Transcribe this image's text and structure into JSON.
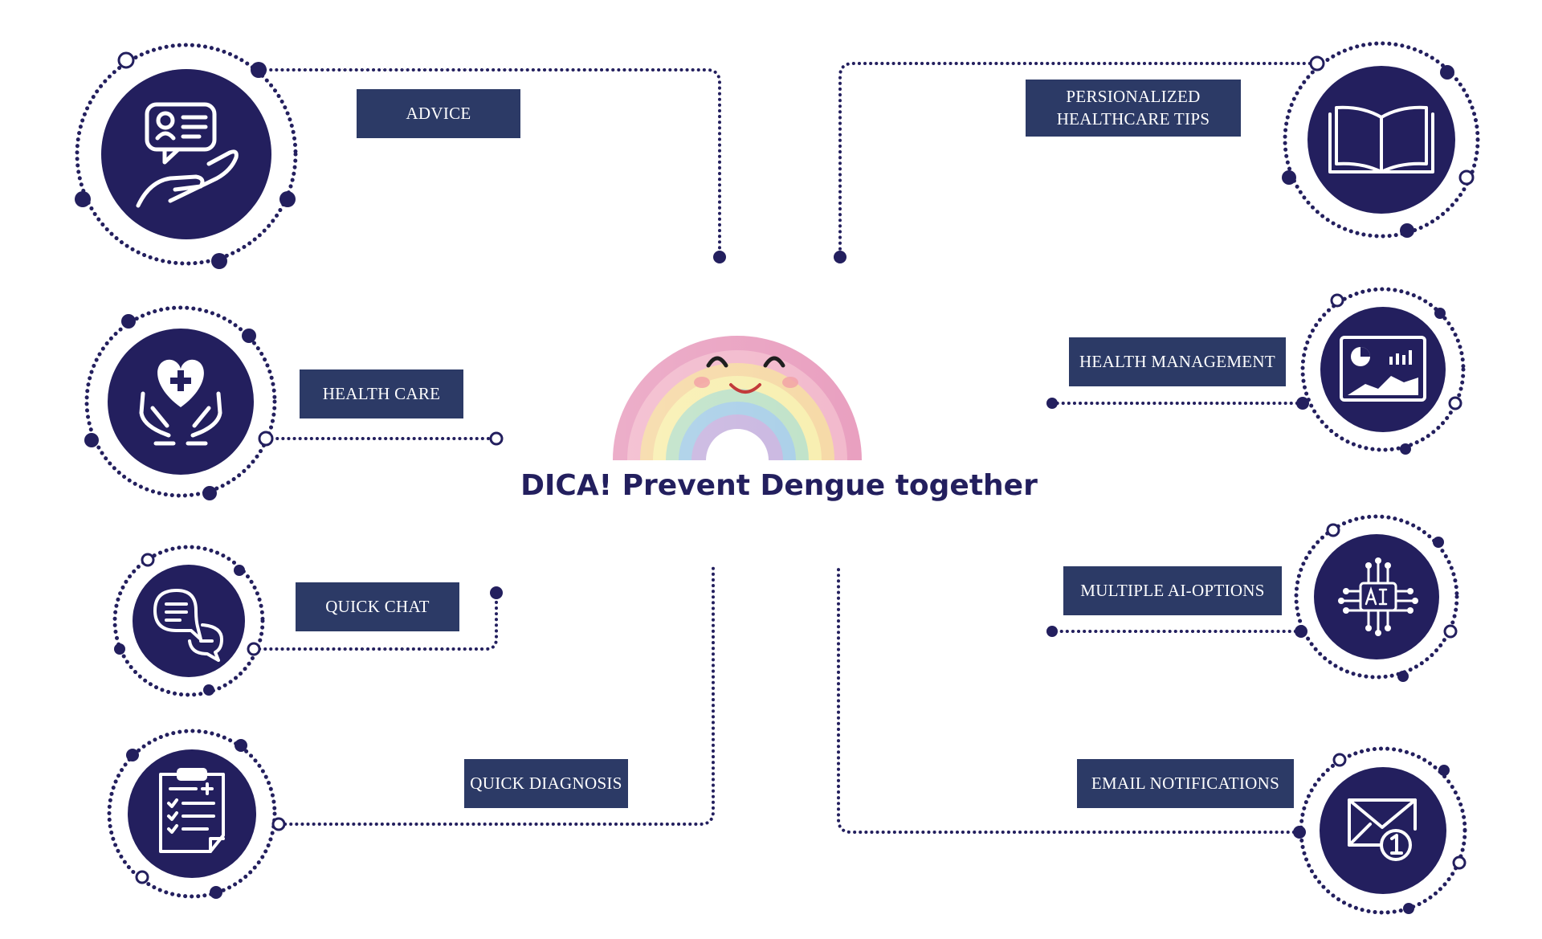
{
  "title": "DICA! Prevent Dengue together",
  "colors": {
    "navy": "#231f5e",
    "label_bg": "#2c3a66",
    "line": "#231f5e",
    "title": "#231f5e"
  },
  "features": [
    {
      "id": "advice",
      "label": "ADVICE",
      "icon": "hand-advice-icon"
    },
    {
      "id": "health-care",
      "label": "HEALTH CARE",
      "icon": "heart-hands-icon"
    },
    {
      "id": "quick-chat",
      "label": "QUICK CHAT",
      "icon": "chat-bubbles-icon"
    },
    {
      "id": "quick-diagnosis",
      "label": "QUICK DIAGNOSIS",
      "icon": "clipboard-checklist-icon"
    },
    {
      "id": "personalized-tips",
      "label": "PERSIONALIZED\nHEALTHCARE TIPS",
      "icon": "open-book-icon"
    },
    {
      "id": "health-management",
      "label": "HEALTH MANAGEMENT",
      "icon": "dashboard-chart-icon"
    },
    {
      "id": "multiple-ai",
      "label": "MULTIPLE AI-OPTIONS",
      "icon": "ai-chip-icon"
    },
    {
      "id": "email-notifications",
      "label": "EMAIL NOTIFICATIONS",
      "icon": "envelope-notification-icon"
    }
  ],
  "mascot": {
    "icon": "rainbow-smiley-icon"
  }
}
